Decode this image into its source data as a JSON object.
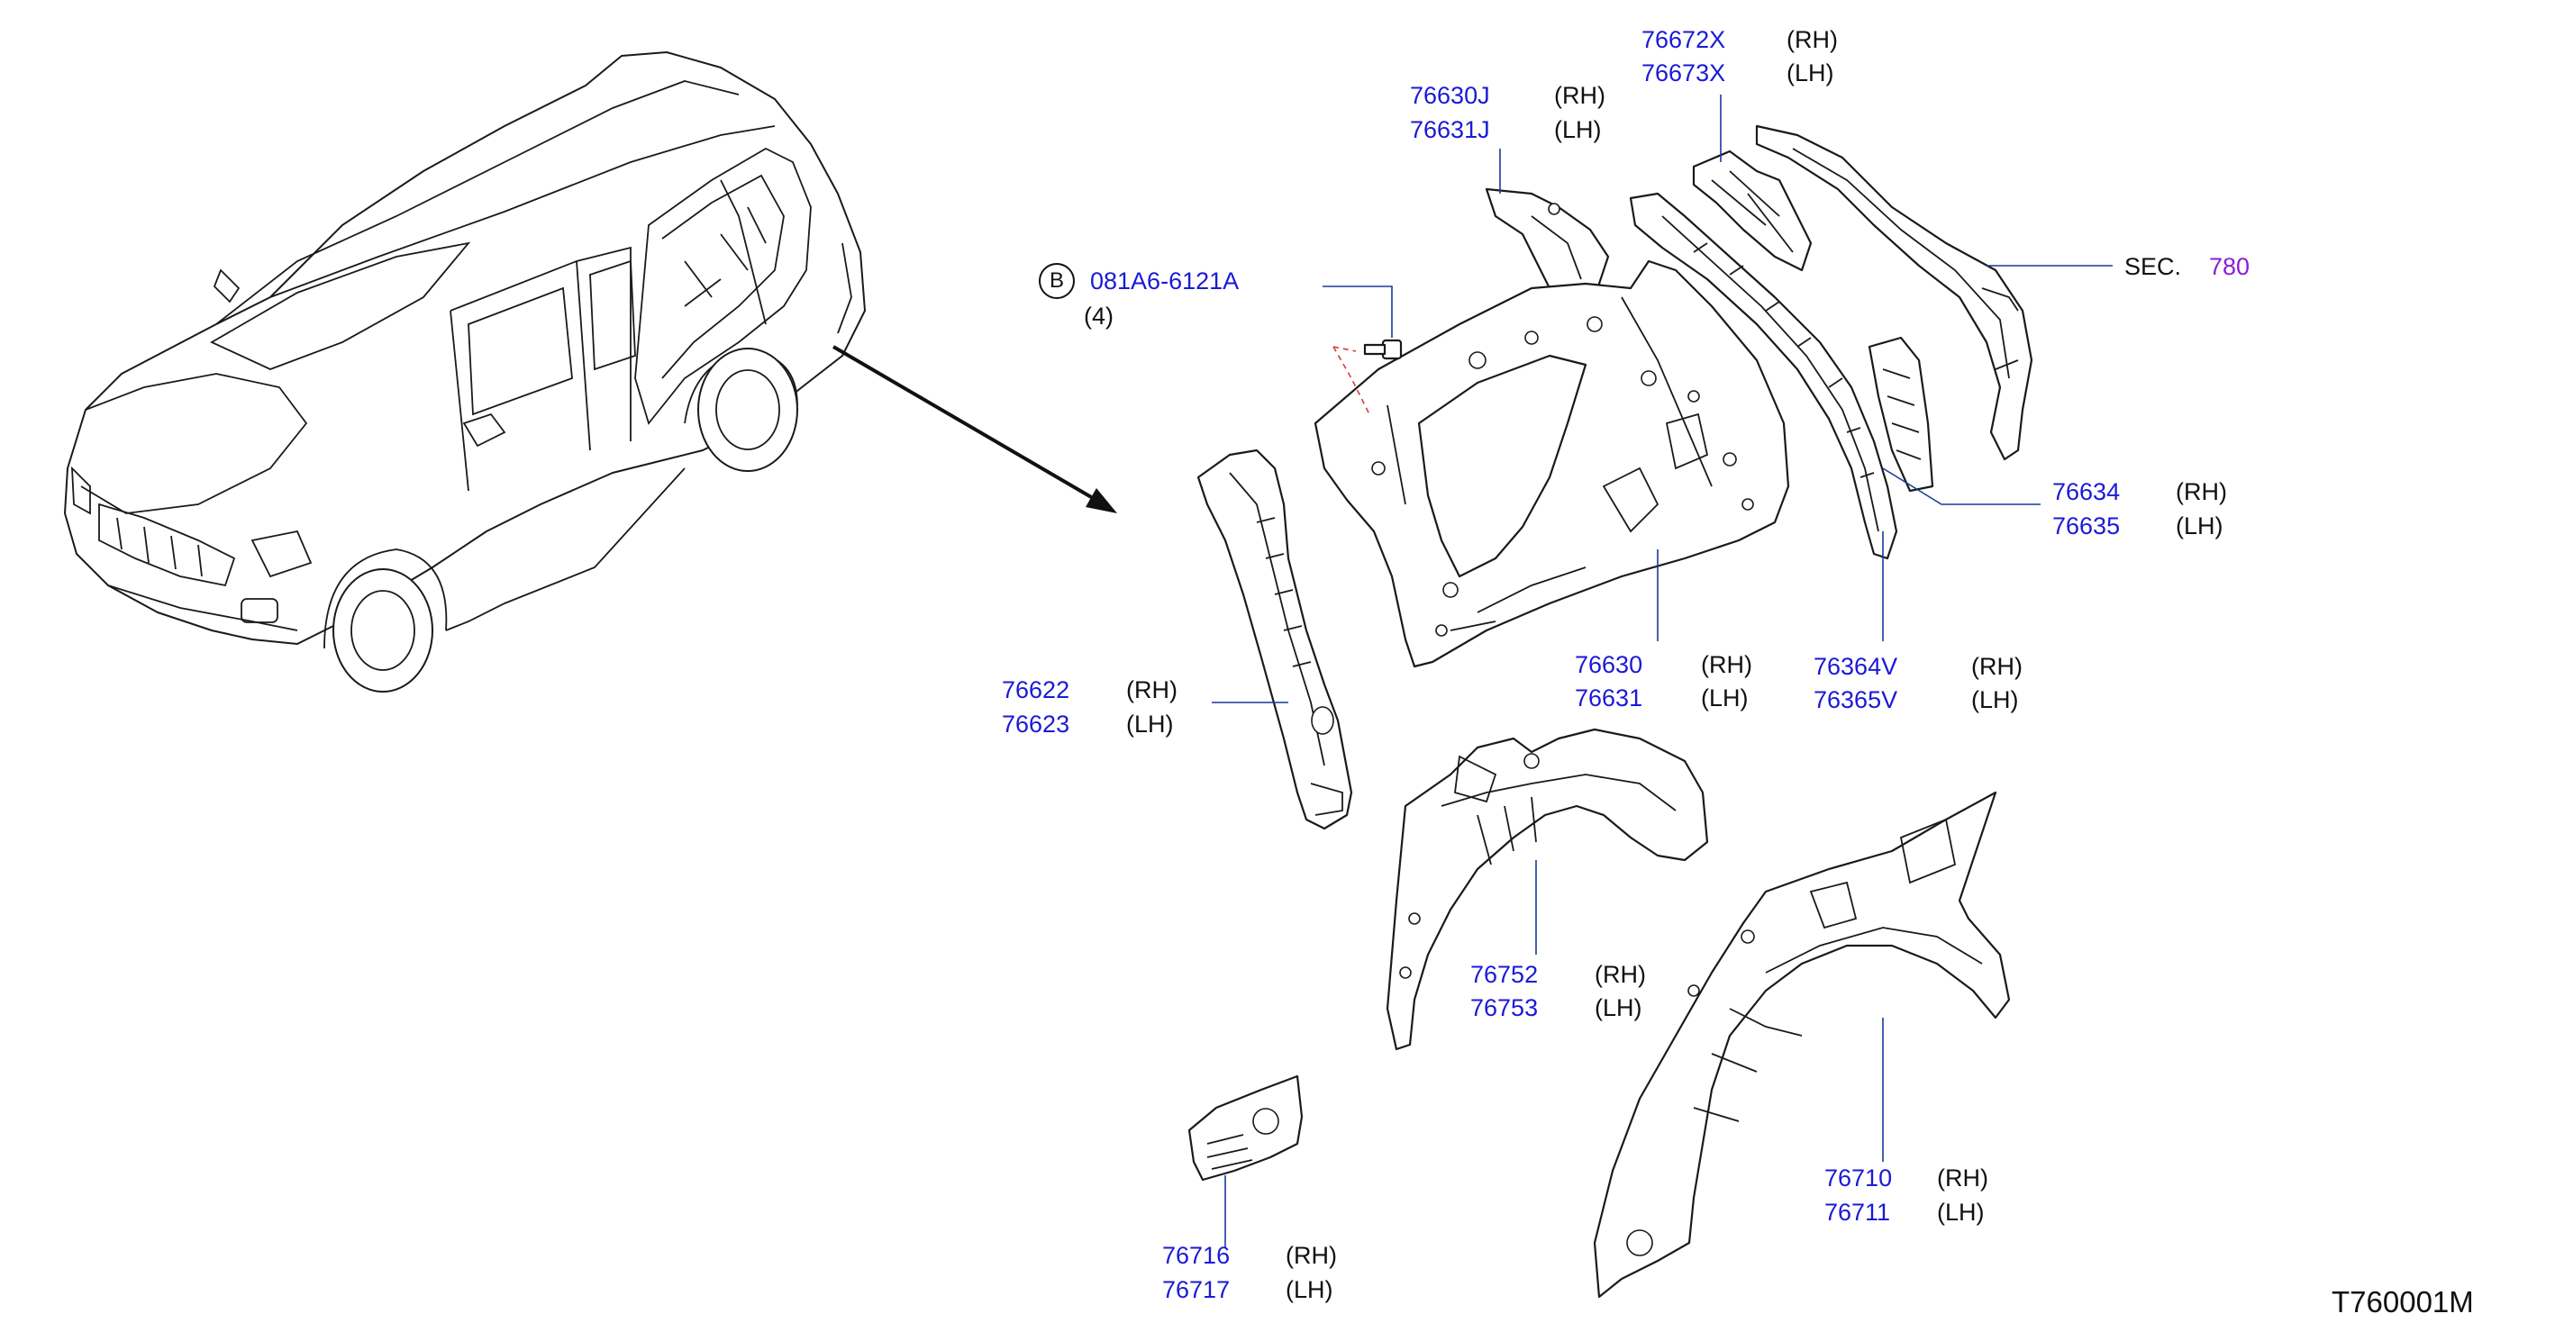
{
  "diagram_code": "T760001M",
  "section_ref": {
    "prefix": "SEC.",
    "number": "780",
    "number_color": "#8a1ed6"
  },
  "bolt": {
    "marker": "B",
    "part_number": "081A6-6121A",
    "quantity": "(4)"
  },
  "colors": {
    "part_number": "#1a1ad6",
    "line": "#1a1a1a"
  },
  "callouts": [
    {
      "id": "76672X-group",
      "rh_part": "76672X",
      "lh_part": "76673X",
      "rh": "(RH)",
      "lh": "(LH)"
    },
    {
      "id": "76630J-group",
      "rh_part": "76630J",
      "lh_part": "76631J",
      "rh": "(RH)",
      "lh": "(LH)"
    },
    {
      "id": "76634-group",
      "rh_part": "76634",
      "lh_part": "76635",
      "rh": "(RH)",
      "lh": "(LH)"
    },
    {
      "id": "76630-group",
      "rh_part": "76630",
      "lh_part": "76631",
      "rh": "(RH)",
      "lh": "(LH)"
    },
    {
      "id": "76364V-group",
      "rh_part": "76364V",
      "lh_part": "76365V",
      "rh": "(RH)",
      "lh": "(LH)"
    },
    {
      "id": "76622-group",
      "rh_part": "76622",
      "lh_part": "76623",
      "rh": "(RH)",
      "lh": "(LH)"
    },
    {
      "id": "76752-group",
      "rh_part": "76752",
      "lh_part": "76753",
      "rh": "(RH)",
      "lh": "(LH)"
    },
    {
      "id": "76710-group",
      "rh_part": "76710",
      "lh_part": "76711",
      "rh": "(RH)",
      "lh": "(LH)"
    },
    {
      "id": "76716-group",
      "rh_part": "76716",
      "lh_part": "76717",
      "rh": "(RH)",
      "lh": "(LH)"
    }
  ]
}
